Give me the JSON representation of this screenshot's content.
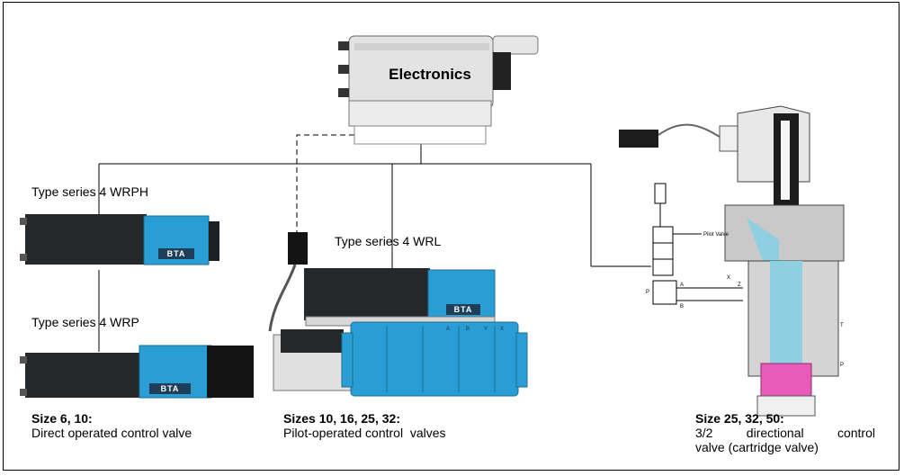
{
  "electronics": {
    "label": "Electronics"
  },
  "valves": {
    "wrph": {
      "type_label": "Type series 4 WRPH",
      "badge": "BTA"
    },
    "wrp": {
      "type_label": "Type series 4 WRP",
      "badge": "BTA"
    },
    "wrl": {
      "type_label": "Type series 4 WRL",
      "badge": "BTA",
      "port_labels": [
        "A",
        "B",
        "Y",
        "X"
      ]
    }
  },
  "captions": {
    "direct": {
      "title": "Size 6, 10:",
      "text": "Direct operated control valve"
    },
    "pilot": {
      "title": "Sizes 10, 16, 25, 32:",
      "text": "Pilot-operated control  valves"
    },
    "cartridge": {
      "title": "Size 25, 32, 50:",
      "line1_words": [
        "3/2",
        "directional",
        "control"
      ],
      "line2": "valve (cartridge valve)"
    }
  },
  "schematic": {
    "pilot_valve_label": "Pilot Valve",
    "port_labels": {
      "a": "A",
      "b": "B",
      "p": "P",
      "t": "T",
      "x": "X",
      "z": "Z"
    }
  },
  "colors": {
    "valve_blue": "#2a9ed4",
    "solenoid_dark": "#24282b",
    "electronics_body": "#e3e3e3",
    "cartridge_pink": "#e85bb8",
    "cartridge_cyan": "#8fd0e0"
  }
}
